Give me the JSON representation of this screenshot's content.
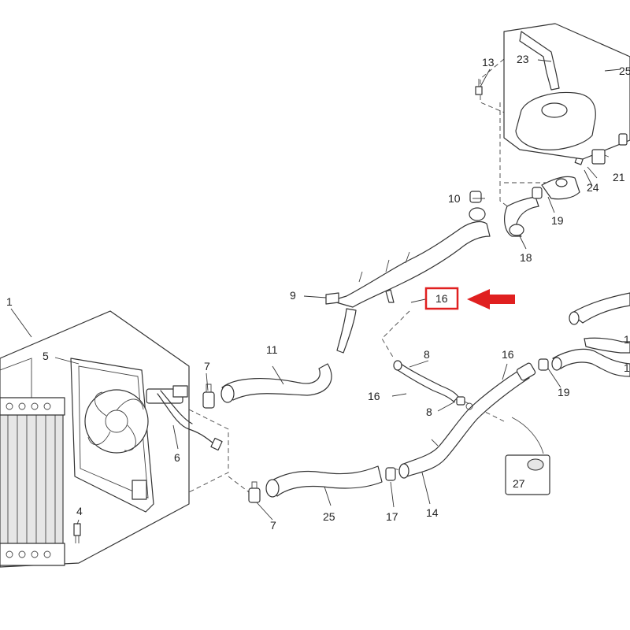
{
  "callouts": {
    "c1": "1",
    "c4": "4",
    "c5": "5",
    "c6": "6",
    "c7a": "7",
    "c7b": "7",
    "c8a": "8",
    "c8b": "8",
    "c9": "9",
    "c10": "10",
    "c11": "11",
    "c12a": "1",
    "c12b": "1",
    "c13": "13",
    "c14": "14",
    "c16hl": "16",
    "c16a": "16",
    "c16b": "16",
    "c17": "17",
    "c18": "18",
    "c19a": "19",
    "c19b": "19",
    "c21": "21",
    "c23": "23",
    "c24": "24",
    "c25a": "25",
    "c25b": "25",
    "c27": "27"
  },
  "highlight": {
    "target": "16",
    "box_color": "#e02020",
    "arrow_color": "#e02020"
  },
  "icons": {
    "pointer": "arrow-left-icon"
  }
}
